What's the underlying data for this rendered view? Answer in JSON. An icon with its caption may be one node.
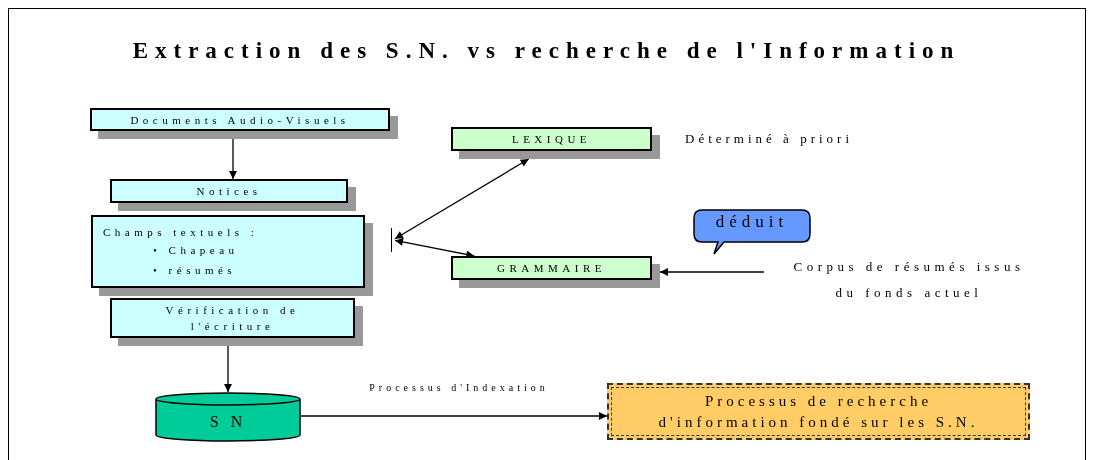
{
  "diagram": {
    "title": "Extraction des S.N. vs recherche de l'Information",
    "nodes": [
      {
        "text": [
          "Documents Audio-Visuels"
        ]
      },
      {
        "text": [
          "Notices"
        ]
      },
      {
        "text": [
          "Champs textuels :",
          "• Chapeau",
          "• résumés"
        ]
      },
      {
        "text": [
          "Vérification de l'écriture"
        ]
      },
      {
        "text": [
          "LEXIQUE"
        ],
        "beside": [
          "Déterminé à priori"
        ]
      },
      {
        "text": [],
        "shape": "bar"
      },
      {
        "text": [
          "GRAMMAIRE"
        ]
      },
      {
        "text": [
          "déduit"
        ]
      },
      {
        "text": [
          "Corpus de résumés issus du fonds actuel"
        ]
      },
      {
        "text": [
          "S N"
        ]
      },
      {
        "text": [
          "Processus de recherche d'information fondé sur les S.N."
        ]
      }
    ],
    "edges": [
      {
        "from": 0,
        "to": 1,
        "arrow": "to"
      },
      {
        "from": 3,
        "to": 9,
        "arrow": "to"
      },
      {
        "from": 5,
        "to": 4,
        "arrow": "both"
      },
      {
        "from": 5,
        "to": 6,
        "arrow": "both"
      },
      {
        "from": 8,
        "to": 6,
        "arrow": "to"
      },
      {
        "from": 9,
        "to": 10,
        "arrow": "to",
        "label": "Processus d'Indexation"
      }
    ]
  }
}
